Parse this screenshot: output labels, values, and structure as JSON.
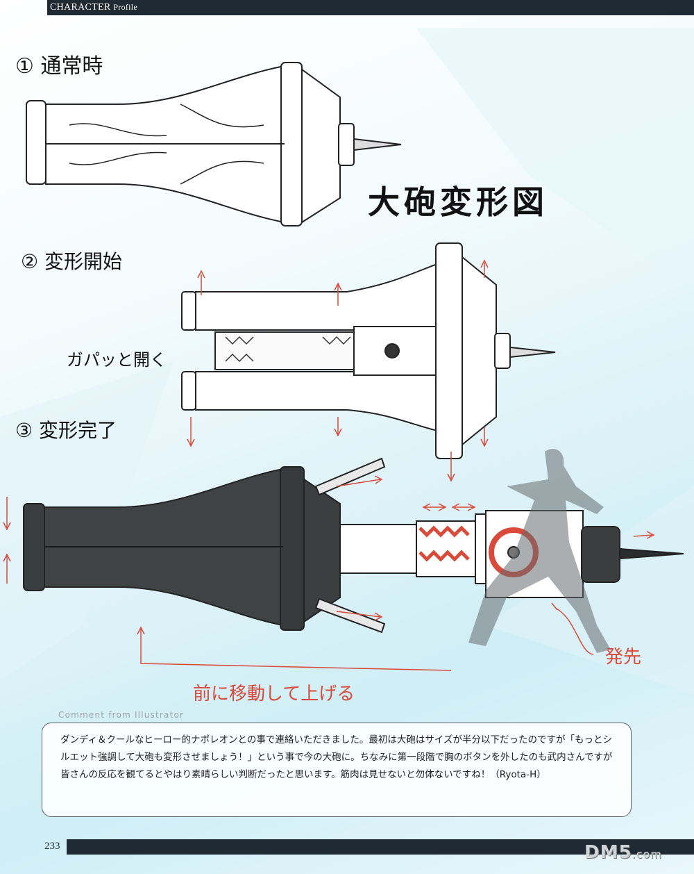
{
  "header": {
    "title": "CHARACTER",
    "subtitle": "Profile"
  },
  "sketch": {
    "main_title": "大砲変形図",
    "steps": [
      {
        "label": "① 通常時"
      },
      {
        "label": "② 変形開始"
      },
      {
        "label": "③ 変形完了"
      }
    ],
    "note_open": "ガパッと開く",
    "note_fire": "発先",
    "note_move": "前に移動して上げる"
  },
  "comment": {
    "title": "Comment from Illustrator",
    "text": "ダンディ＆クールなヒーロー的ナポレオンとの事で連絡いただきました。最初は大砲はサイズが半分以下だったのですが「もっとシルエット強調して大砲も変形させましょう！」という事で今の大砲に。ちなみに第一段階で胸のボタンを外したのも武内さんですが皆さんの反応を観てるとやはり素晴らしい判断だったと思います。筋肉は見せないと勿体ないですね！（Ryota-H）"
  },
  "page_number": "233",
  "watermark": {
    "brand": "DM5",
    "domain": ".com"
  },
  "colors": {
    "bar": "#1f2a33",
    "accent_red": "#d94a3a",
    "cannon_dark": "#3a3e3f"
  }
}
